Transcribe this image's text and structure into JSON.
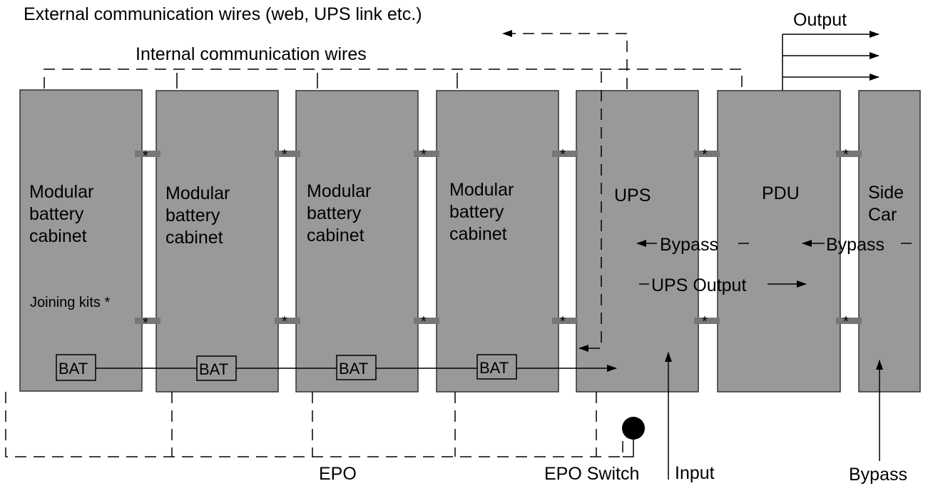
{
  "labels": {
    "external_wires": "External communication wires (web, UPS link etc.)",
    "internal_wires": "Internal communication wires",
    "output": "Output",
    "joining_kits": "Joining kits *",
    "epo": "EPO",
    "epo_switch": "EPO Switch",
    "input": "Input",
    "bypass_bottom": "Bypass",
    "bypass_ups": "Bypass",
    "bypass_sidecar": "Bypass",
    "ups_output": "UPS Output",
    "kit_marker": "*"
  },
  "cabinets": [
    {
      "lines": [
        "Modular",
        "battery",
        "cabinet"
      ],
      "bat": "BAT"
    },
    {
      "lines": [
        "Modular",
        "battery",
        "cabinet"
      ],
      "bat": "BAT"
    },
    {
      "lines": [
        "Modular",
        "battery",
        "cabinet"
      ],
      "bat": "BAT"
    },
    {
      "lines": [
        "Modular",
        "battery",
        "cabinet"
      ],
      "bat": "BAT"
    }
  ],
  "ups": {
    "label": "UPS"
  },
  "pdu": {
    "label": "PDU"
  },
  "sidecar": {
    "lines": [
      "Side",
      "Car"
    ]
  },
  "colors": {
    "cabinet_fill": "#999999",
    "kit_fill": "#777777",
    "line": "#000000"
  }
}
